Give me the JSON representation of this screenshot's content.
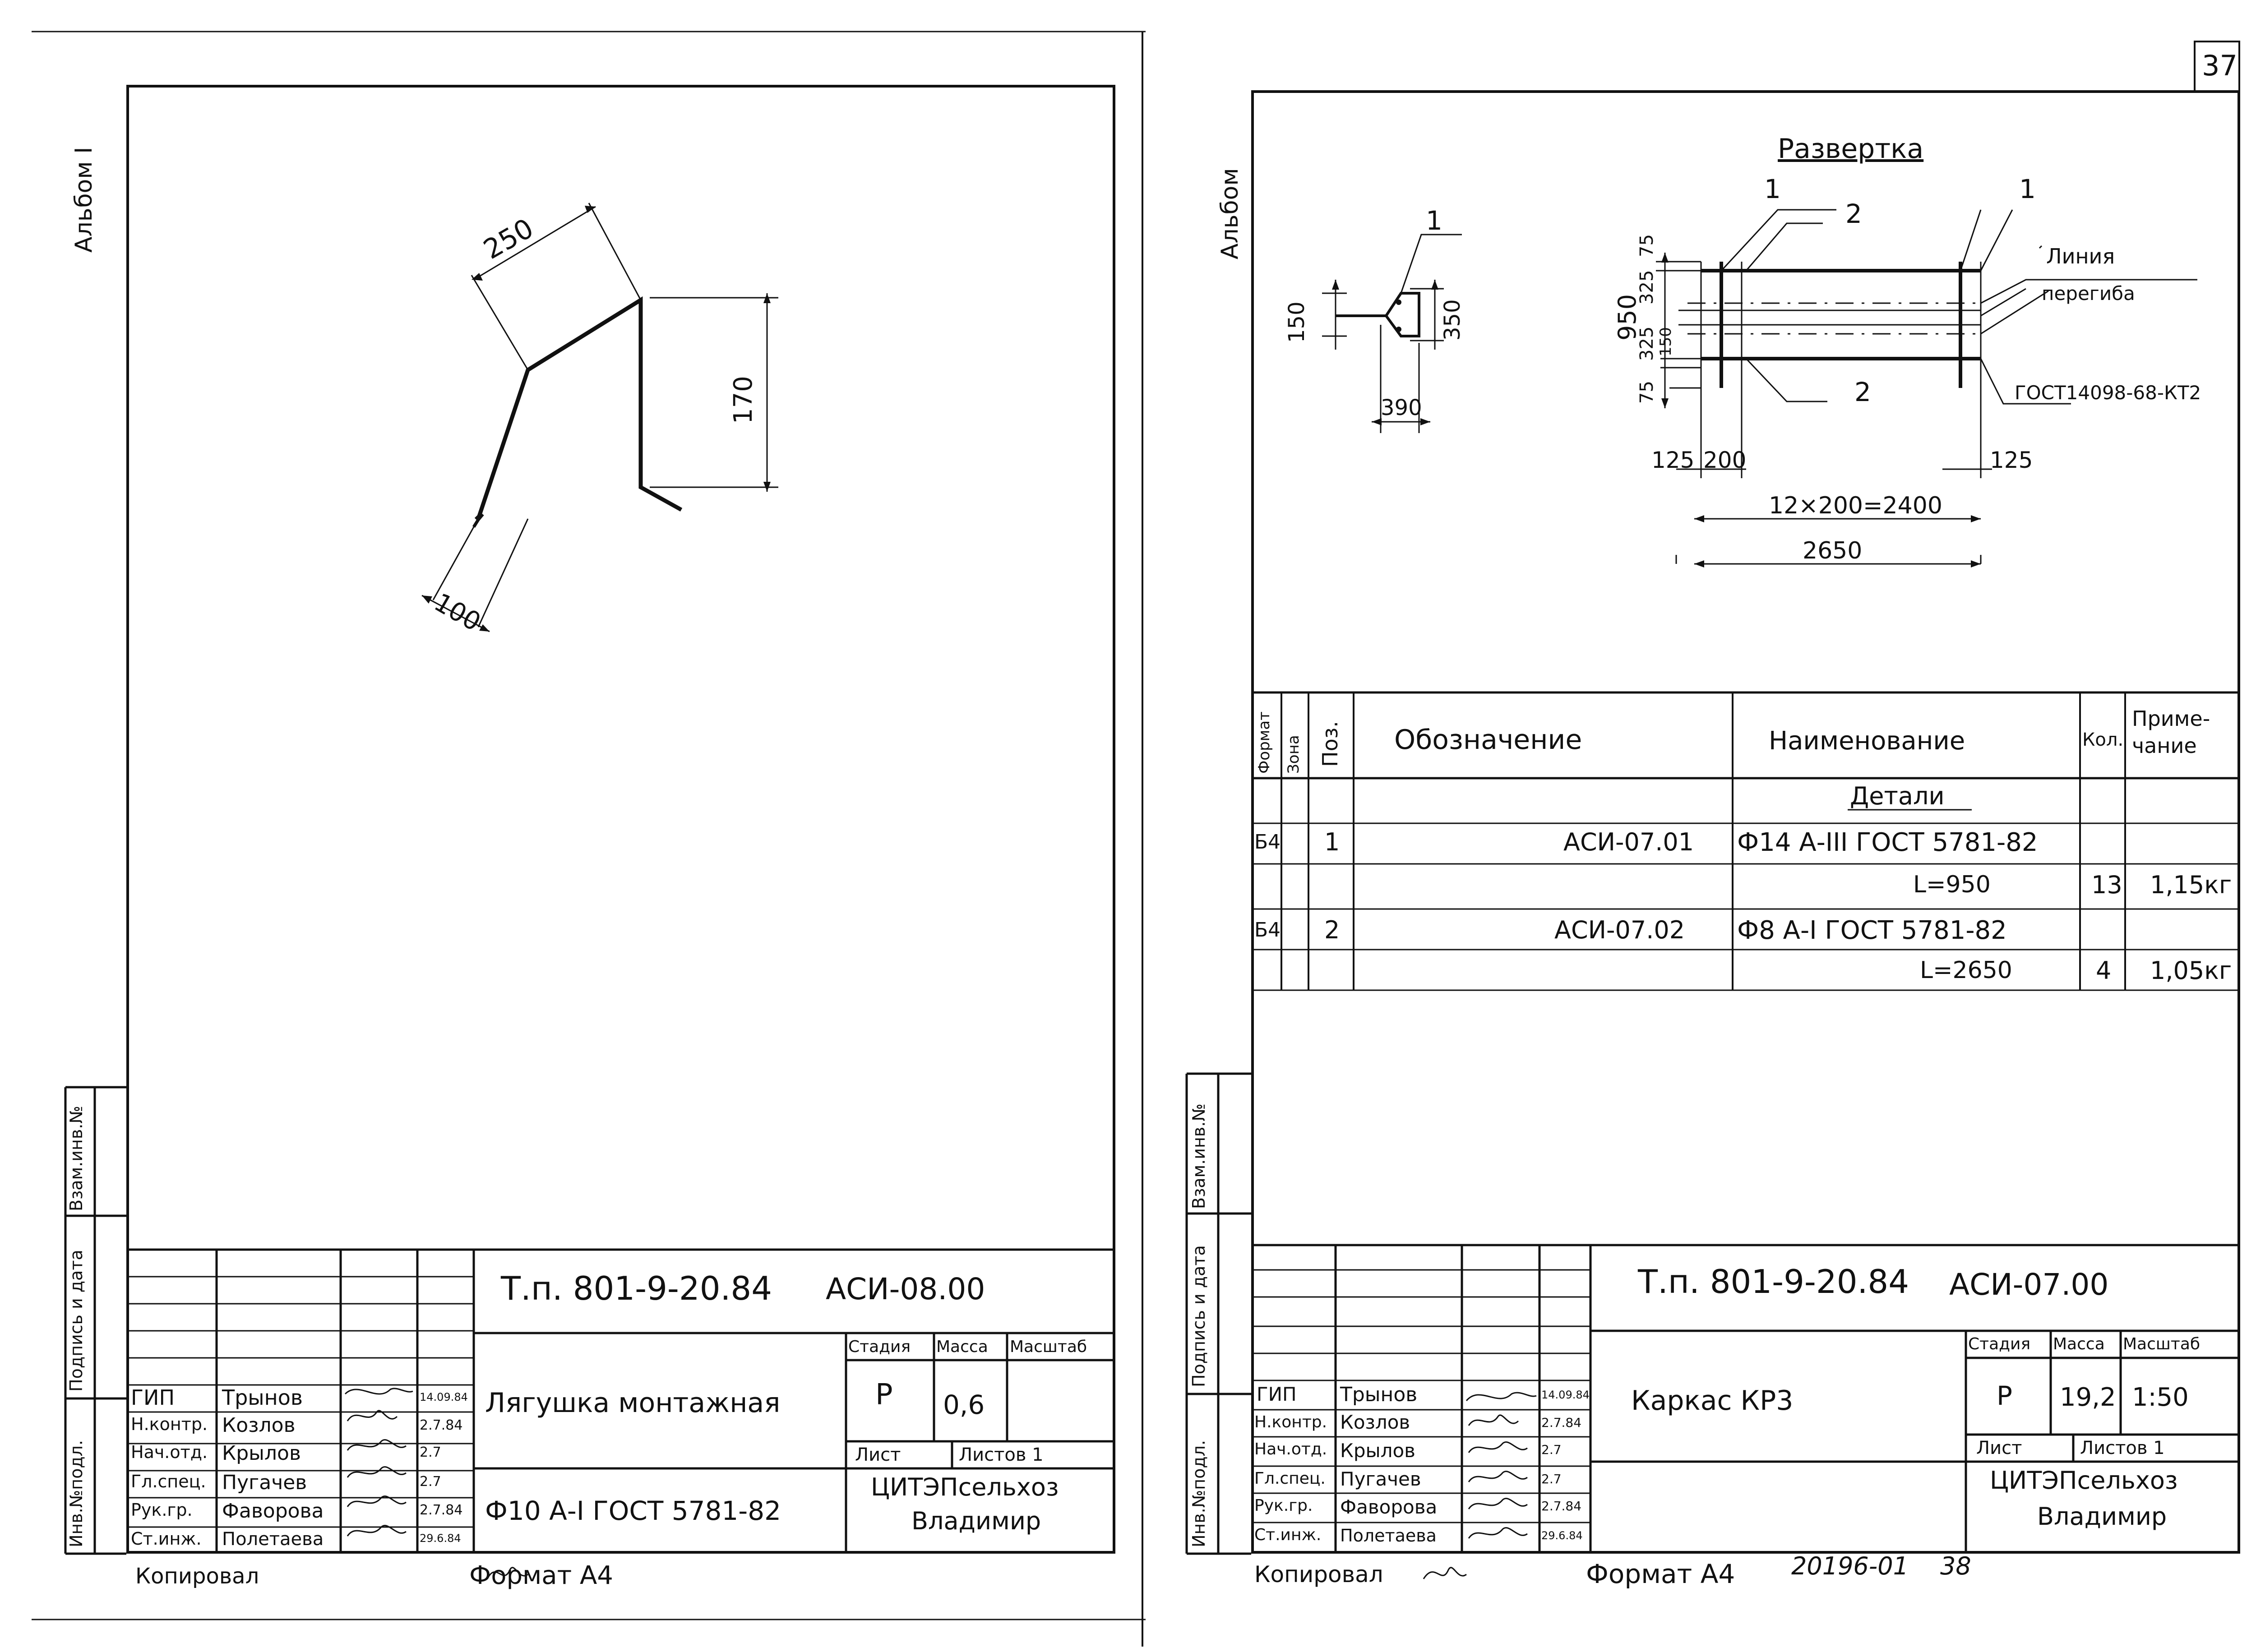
{
  "page_number": "37",
  "left_sheet": {
    "album_label": "Альбом I",
    "dims": {
      "d250": "250",
      "d170": "170",
      "d100": "100"
    },
    "side_labels": [
      "Инв.№подл.",
      "Подпись и дата",
      "Взам.инв.№"
    ],
    "roles": [
      "ГИП",
      "Н.контр.",
      "Нач.отд.",
      "Гл.спец.",
      "Рук.гр.",
      "Ст.инж."
    ],
    "names": [
      "Трынов",
      "Козлов",
      "Крылов",
      "Пугачев",
      "Фаворова",
      "Полетаева"
    ],
    "dates": [
      "14.09.84",
      "2.7.84",
      "2.7",
      "2.7",
      "2.7.84",
      "29.6.84"
    ],
    "doc_code": "Т.п. 801-9-20.84",
    "doc_mark": "АСИ-08.00",
    "title": "Лягушка монтажная",
    "material": "Ф10 А-I ГОСТ 5781-82",
    "hdr_stage": "Стадия",
    "hdr_mass": "Масса",
    "hdr_scale": "Масштаб",
    "stage": "Р",
    "mass": "0,6",
    "sheet_label": "Лист",
    "sheets_label": "Листов 1",
    "org": "ЦИТЭПсельхоз",
    "city": "Владимир",
    "copied": "Копировал",
    "format": "Формат А4"
  },
  "right_sheet": {
    "album_label": "Альбом",
    "unfold_title": "Развертка",
    "leader_1": "1",
    "leader_2": "2",
    "dims": {
      "d150": "150",
      "d350": "350",
      "d390": "390",
      "d950": "950",
      "d75": "75",
      "d325": "325",
      "d150b": "150",
      "d125": "125",
      "d200": "200",
      "span": "12×200=2400",
      "total": "2650"
    },
    "bend_line_1": "Линия",
    "bend_line_2": "перегиба",
    "gost_weld": "ГОСТ14098-68-КТ2",
    "spec_header": [
      "Формат",
      "Зона",
      "Поз.",
      "Обозначение",
      "Наименование",
      "Кол.",
      "Приме-",
      "чание"
    ],
    "section": "Детали",
    "rows": [
      {
        "fmt": "Б4",
        "pos": "1",
        "code": "АСИ-07.01",
        "name": "Ф14 А-III ГОСТ 5781-82",
        "len": "L=950",
        "qty": "13",
        "note": "1,15кг"
      },
      {
        "fmt": "Б4",
        "pos": "2",
        "code": "АСИ-07.02",
        "name": "Ф8 А-I ГОСТ 5781-82",
        "len": "L=2650",
        "qty": "4",
        "note": "1,05кг"
      }
    ],
    "side_labels": [
      "Инв.№подл.",
      "Подпись и дата",
      "Взам.инв.№"
    ],
    "roles": [
      "ГИП",
      "Н.контр.",
      "Нач.отд.",
      "Гл.спец.",
      "Рук.гр.",
      "Ст.инж."
    ],
    "names": [
      "Трынов",
      "Козлов",
      "Крылов",
      "Пугачев",
      "Фаворова",
      "Полетаева"
    ],
    "dates": [
      "14.09.84",
      "2.7.84",
      "2.7",
      "2.7",
      "2.7.84",
      "29.6.84"
    ],
    "doc_code": "Т.п. 801-9-20.84",
    "doc_mark": "АСИ-07.00",
    "title": "Каркас КР3",
    "hdr_stage": "Стадия",
    "hdr_mass": "Масса",
    "hdr_scale": "Масштаб",
    "stage": "Р",
    "mass": "19,2",
    "scale": "1:50",
    "sheet_label": "Лист",
    "sheets_label": "Листов 1",
    "org": "ЦИТЭПсельхоз",
    "city": "Владимир",
    "copied": "Копировал",
    "format": "Формат А4",
    "archive_no": "20196-01",
    "archive_page": "38"
  }
}
